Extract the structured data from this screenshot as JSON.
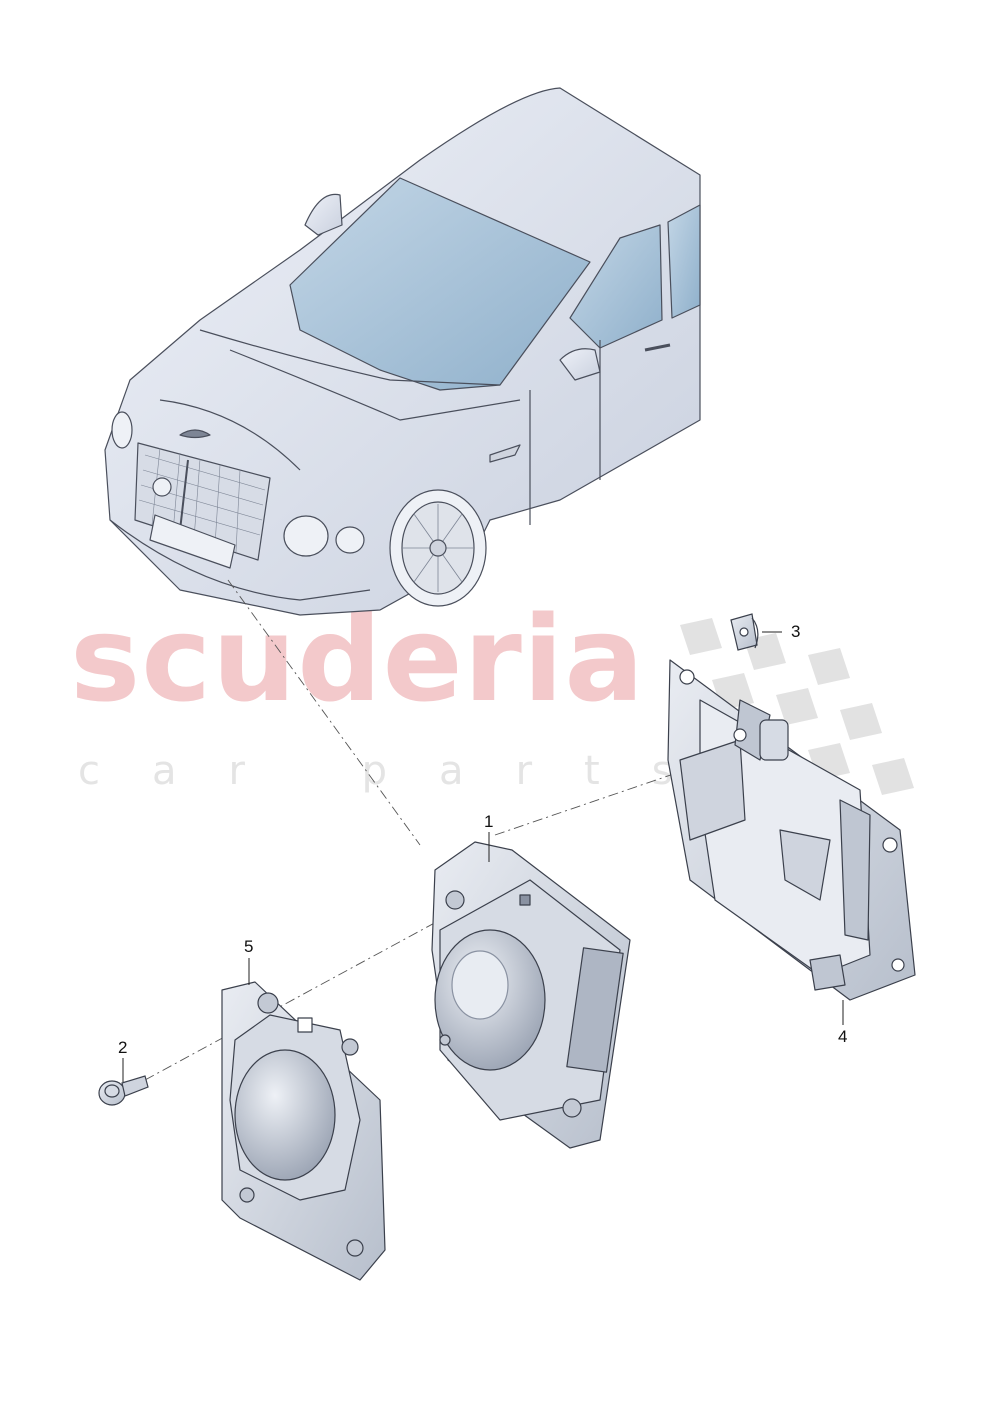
{
  "watermark": {
    "brand": "scuderia",
    "tagline": "car parts"
  },
  "callouts": [
    {
      "id": "1",
      "label": "1"
    },
    {
      "id": "2",
      "label": "2"
    },
    {
      "id": "3",
      "label": "3"
    },
    {
      "id": "4",
      "label": "4"
    },
    {
      "id": "5",
      "label": "5"
    }
  ],
  "parts": [
    {
      "ref": "1",
      "icon": "radar-sensor-icon"
    },
    {
      "ref": "2",
      "icon": "screw-icon"
    },
    {
      "ref": "3",
      "icon": "clip-nut-icon"
    },
    {
      "ref": "4",
      "icon": "sensor-bracket-icon"
    },
    {
      "ref": "5",
      "icon": "sensor-cover-icon"
    }
  ],
  "colors": {
    "body": "#e6eaf3",
    "glass": "#a9c4da",
    "outline": "#4a4f5c",
    "part": "#cfd4de",
    "watermark_red": "#f3c9cb",
    "watermark_grey": "#e4e4e4"
  }
}
